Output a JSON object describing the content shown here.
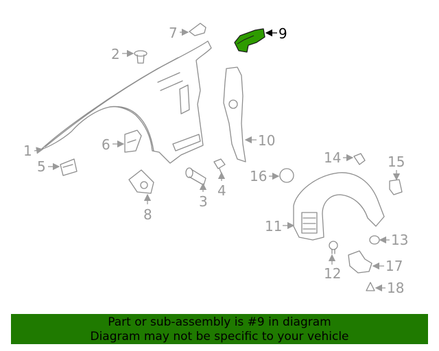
{
  "diagram": {
    "highlight_color": "#2e9b00",
    "highlighted_part": "9",
    "callouts": [
      "1",
      "2",
      "3",
      "4",
      "5",
      "6",
      "7",
      "8",
      "9",
      "10",
      "11",
      "12",
      "13",
      "14",
      "15",
      "16",
      "17",
      "18"
    ]
  },
  "banner": {
    "color": "#1f7a00",
    "line1": "Part or sub-assembly is #9 in diagram",
    "line2": "Diagram may not be specific to your vehicle"
  }
}
